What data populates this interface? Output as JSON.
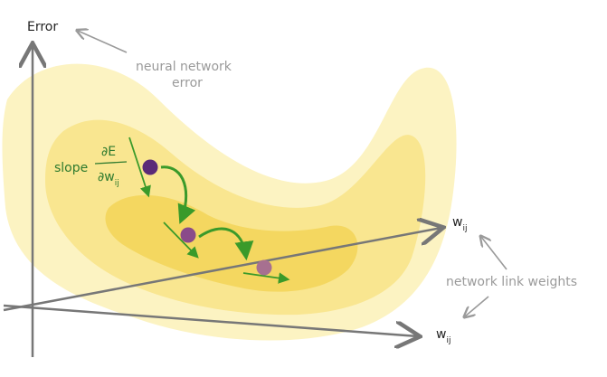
{
  "labels": {
    "error_axis": "Error",
    "nn_error_line1": "neural network",
    "nn_error_line2": "error",
    "slope_word": "slope",
    "frac_top": "∂E",
    "frac_bottom_main": "∂w",
    "frac_bottom_sub": "ij",
    "w_upper_main": "w",
    "w_upper_sub": "ij",
    "w_lower_main": "w",
    "w_lower_sub": "ij",
    "link_weights": "network link weights"
  },
  "colors": {
    "surface_light": "#fcf3c2",
    "surface_mid": "#f9e690",
    "surface_dark": "#f4d760",
    "axis": "#777777",
    "annotation": "#9a9a9a",
    "gradient_arrow": "#3a9a2a",
    "ball_1": "#5a2a78",
    "ball_2": "#8a4a8a",
    "ball_3": "#a77090"
  }
}
